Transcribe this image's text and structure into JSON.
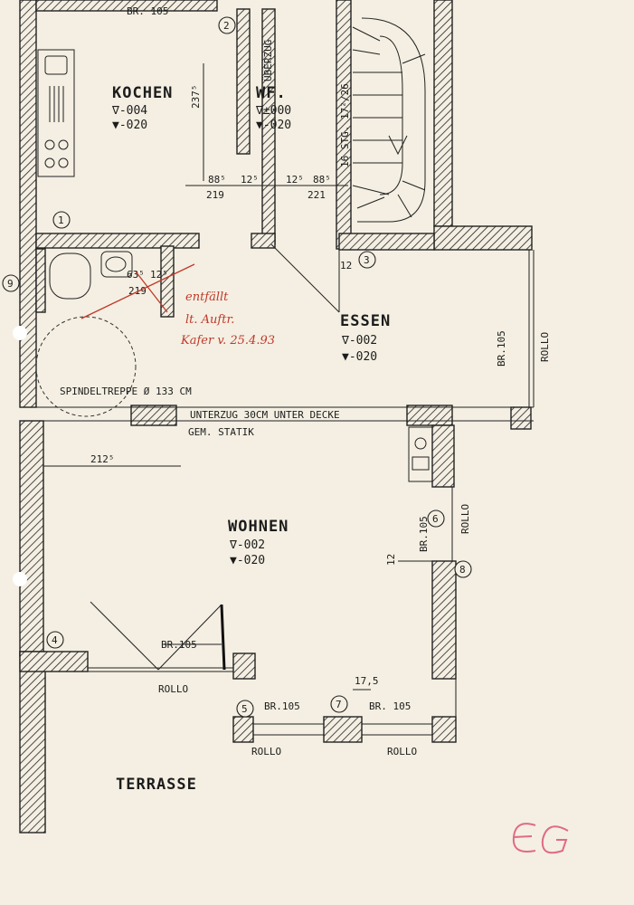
{
  "rooms": {
    "kochen": {
      "name": "KOCHEN",
      "level1": "∇-004",
      "level2": "▼-020"
    },
    "wf": {
      "name": "WF.",
      "level1": "∇±000",
      "level2": "▼-020"
    },
    "essen": {
      "name": "ESSEN",
      "level1": "∇-002",
      "level2": "▼-020"
    },
    "wohnen": {
      "name": "WOHNEN",
      "level1": "∇-002",
      "level2": "▼-020"
    },
    "terrasse": {
      "name": "TERRASSE"
    }
  },
  "labels": {
    "br_top": "BR. 105",
    "ueberzug": "ÜBERZUG",
    "stairs": "16 STG. 17²/26",
    "spindle": "SPINDELTREPPE Ø 133 CM",
    "unterzug": "UNTERZUG 30CM UNTER DECKE",
    "statik": "GEM. STATIK",
    "br_essen": "BR.105",
    "rollo_essen": "ROLLO",
    "br_wohnen_side": "BR.105",
    "rollo_wohnen_side": "ROLLO",
    "br_door": "BR.105",
    "rollo_door": "ROLLO",
    "br_w5": "BR.105",
    "rollo_w5": "ROLLO",
    "br_w7": "BR. 105",
    "rollo_w7": "ROLLO",
    "eg": "EG"
  },
  "dimensions": {
    "d237": "237⁵",
    "d88a": "88⁵",
    "d219a": "219",
    "d12a": "12⁵",
    "d12b": "12⁵",
    "d88b": "88⁵",
    "d221": "221",
    "d12c": "12",
    "d63": "63⁵",
    "d12d": "12⁵",
    "d219b": "219",
    "d212": "212⁵",
    "d12e": "12",
    "d17": "17,5"
  },
  "markers": [
    "1",
    "2",
    "3",
    "4",
    "5",
    "6",
    "7",
    "8",
    "9"
  ],
  "annotation": {
    "line1": "entfällt",
    "line2": "lt. Auftr.",
    "line3": "Kafer v. 25.4.93"
  }
}
